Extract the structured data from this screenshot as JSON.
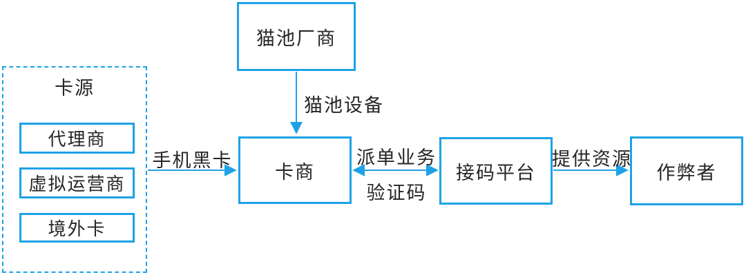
{
  "diagram": {
    "background_color": "#ffffff",
    "accent_color": "#1EA1E6",
    "text_color": "#262626",
    "group": {
      "card_source": {
        "label": "卡源"
      }
    },
    "nodes": {
      "agent": {
        "label": "代理商"
      },
      "virtual_operator": {
        "label": "虚拟运营商"
      },
      "overseas_card": {
        "label": "境外卡"
      },
      "modem_pool_vendor": {
        "label": "猫池厂商"
      },
      "card_merchant": {
        "label": "卡商"
      },
      "sms_code_platform": {
        "label": "接码平台"
      },
      "cheater": {
        "label": "作弊者"
      }
    },
    "edge_labels": {
      "mobile_black_card": {
        "label": "手机黑卡"
      },
      "modem_pool_device": {
        "label": "猫池设备"
      },
      "order_dispatch": {
        "label": "派单业务"
      },
      "verification_code": {
        "label": "验证码"
      },
      "provide_resources": {
        "label": "提供资源"
      }
    }
  }
}
